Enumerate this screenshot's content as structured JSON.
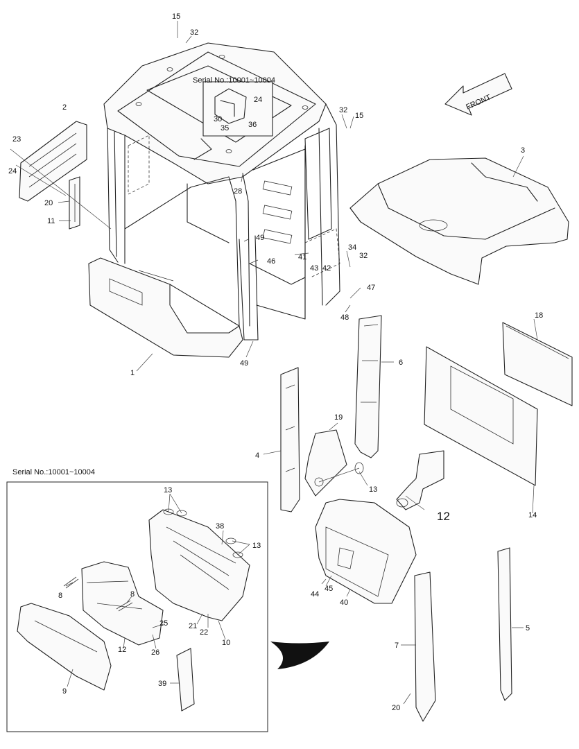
{
  "inset_top": {
    "serial_label": "Serial No.:10001~10004"
  },
  "inset_bottom": {
    "serial_label": "Serial No.:10001~10004"
  },
  "front_arrow": {
    "label": "FRONT"
  },
  "callouts": [
    {
      "id": "c15a",
      "text": "15"
    },
    {
      "id": "c32a",
      "text": "32"
    },
    {
      "id": "c24a",
      "text": "24"
    },
    {
      "id": "c30",
      "text": "30"
    },
    {
      "id": "c35",
      "text": "35"
    },
    {
      "id": "c36",
      "text": "36"
    },
    {
      "id": "c32b",
      "text": "32"
    },
    {
      "id": "c15b",
      "text": "15"
    },
    {
      "id": "c2",
      "text": "2"
    },
    {
      "id": "c23",
      "text": "23"
    },
    {
      "id": "c24b",
      "text": "24"
    },
    {
      "id": "c20a",
      "text": "20"
    },
    {
      "id": "c11",
      "text": "11"
    },
    {
      "id": "c3",
      "text": "3"
    },
    {
      "id": "c28",
      "text": "28"
    },
    {
      "id": "c49a",
      "text": "49"
    },
    {
      "id": "c46",
      "text": "46"
    },
    {
      "id": "c41",
      "text": "41"
    },
    {
      "id": "c43",
      "text": "43"
    },
    {
      "id": "c42",
      "text": "42"
    },
    {
      "id": "c34",
      "text": "34"
    },
    {
      "id": "c32c",
      "text": "32"
    },
    {
      "id": "c47",
      "text": "47"
    },
    {
      "id": "c48",
      "text": "48"
    },
    {
      "id": "c49b",
      "text": "49"
    },
    {
      "id": "c1",
      "text": "1"
    },
    {
      "id": "c18",
      "text": "18"
    },
    {
      "id": "c6",
      "text": "6"
    },
    {
      "id": "c19",
      "text": "19"
    },
    {
      "id": "c4",
      "text": "4"
    },
    {
      "id": "c13a",
      "text": "13"
    },
    {
      "id": "c12a",
      "text": "12"
    },
    {
      "id": "c14",
      "text": "14"
    },
    {
      "id": "c13b",
      "text": "13"
    },
    {
      "id": "c38",
      "text": "38"
    },
    {
      "id": "c13c",
      "text": "13"
    },
    {
      "id": "c8a",
      "text": "8"
    },
    {
      "id": "c8b",
      "text": "8"
    },
    {
      "id": "c25",
      "text": "25"
    },
    {
      "id": "c21",
      "text": "21"
    },
    {
      "id": "c22",
      "text": "22"
    },
    {
      "id": "c10",
      "text": "10"
    },
    {
      "id": "c12b",
      "text": "12"
    },
    {
      "id": "c26",
      "text": "26"
    },
    {
      "id": "c9",
      "text": "9"
    },
    {
      "id": "c39",
      "text": "39"
    },
    {
      "id": "c44",
      "text": "44"
    },
    {
      "id": "c45",
      "text": "45"
    },
    {
      "id": "c40",
      "text": "40"
    },
    {
      "id": "c5",
      "text": "5"
    },
    {
      "id": "c7",
      "text": "7"
    },
    {
      "id": "c20b",
      "text": "20"
    }
  ]
}
